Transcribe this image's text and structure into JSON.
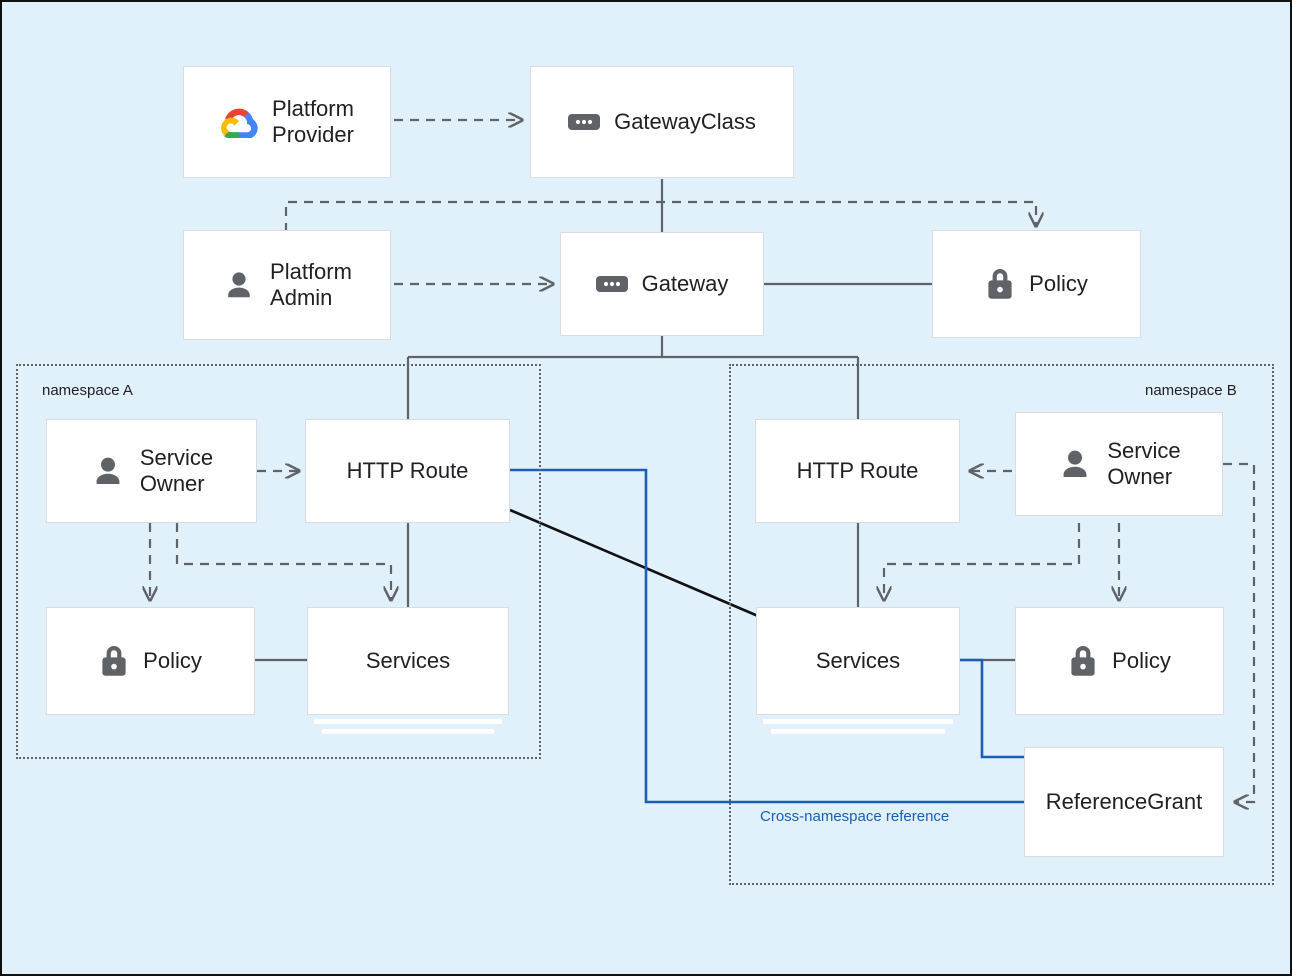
{
  "diagram": {
    "background_color": "#e1f1fb",
    "border_color": "#111111",
    "line_color": "#5f6368",
    "accent_blue": "#1a5fb4",
    "box_fill": "#ffffff",
    "box_border": "#dadce0",
    "text_color": "#202124"
  },
  "namespaces": [
    {
      "id": "a",
      "label": "namespace A"
    },
    {
      "id": "b",
      "label": "namespace B"
    }
  ],
  "nodes": {
    "platform_provider": {
      "label": "Platform\nProvider",
      "icon": "google-cloud-logo-icon"
    },
    "gateway_class": {
      "label": "GatewayClass",
      "icon": "gateway-chip-icon"
    },
    "platform_admin": {
      "label": "Platform\nAdmin",
      "icon": "person-icon"
    },
    "gateway": {
      "label": "Gateway",
      "icon": "gateway-chip-icon"
    },
    "policy_top": {
      "label": "Policy",
      "icon": "lock-icon"
    },
    "service_owner_a": {
      "label": "Service\nOwner",
      "icon": "person-icon"
    },
    "http_route_a": {
      "label": "HTTP Route",
      "icon": "none"
    },
    "policy_a": {
      "label": "Policy",
      "icon": "lock-icon"
    },
    "services_a": {
      "label": "Services",
      "icon": "none"
    },
    "http_route_b": {
      "label": "HTTP Route",
      "icon": "none"
    },
    "service_owner_b": {
      "label": "Service\nOwner",
      "icon": "person-icon"
    },
    "services_b": {
      "label": "Services",
      "icon": "none"
    },
    "policy_b": {
      "label": "Policy",
      "icon": "lock-icon"
    },
    "reference_grant": {
      "label": "ReferenceGrant",
      "icon": "none"
    }
  },
  "annotations": {
    "cross_namespace_reference": "Cross-namespace reference"
  }
}
